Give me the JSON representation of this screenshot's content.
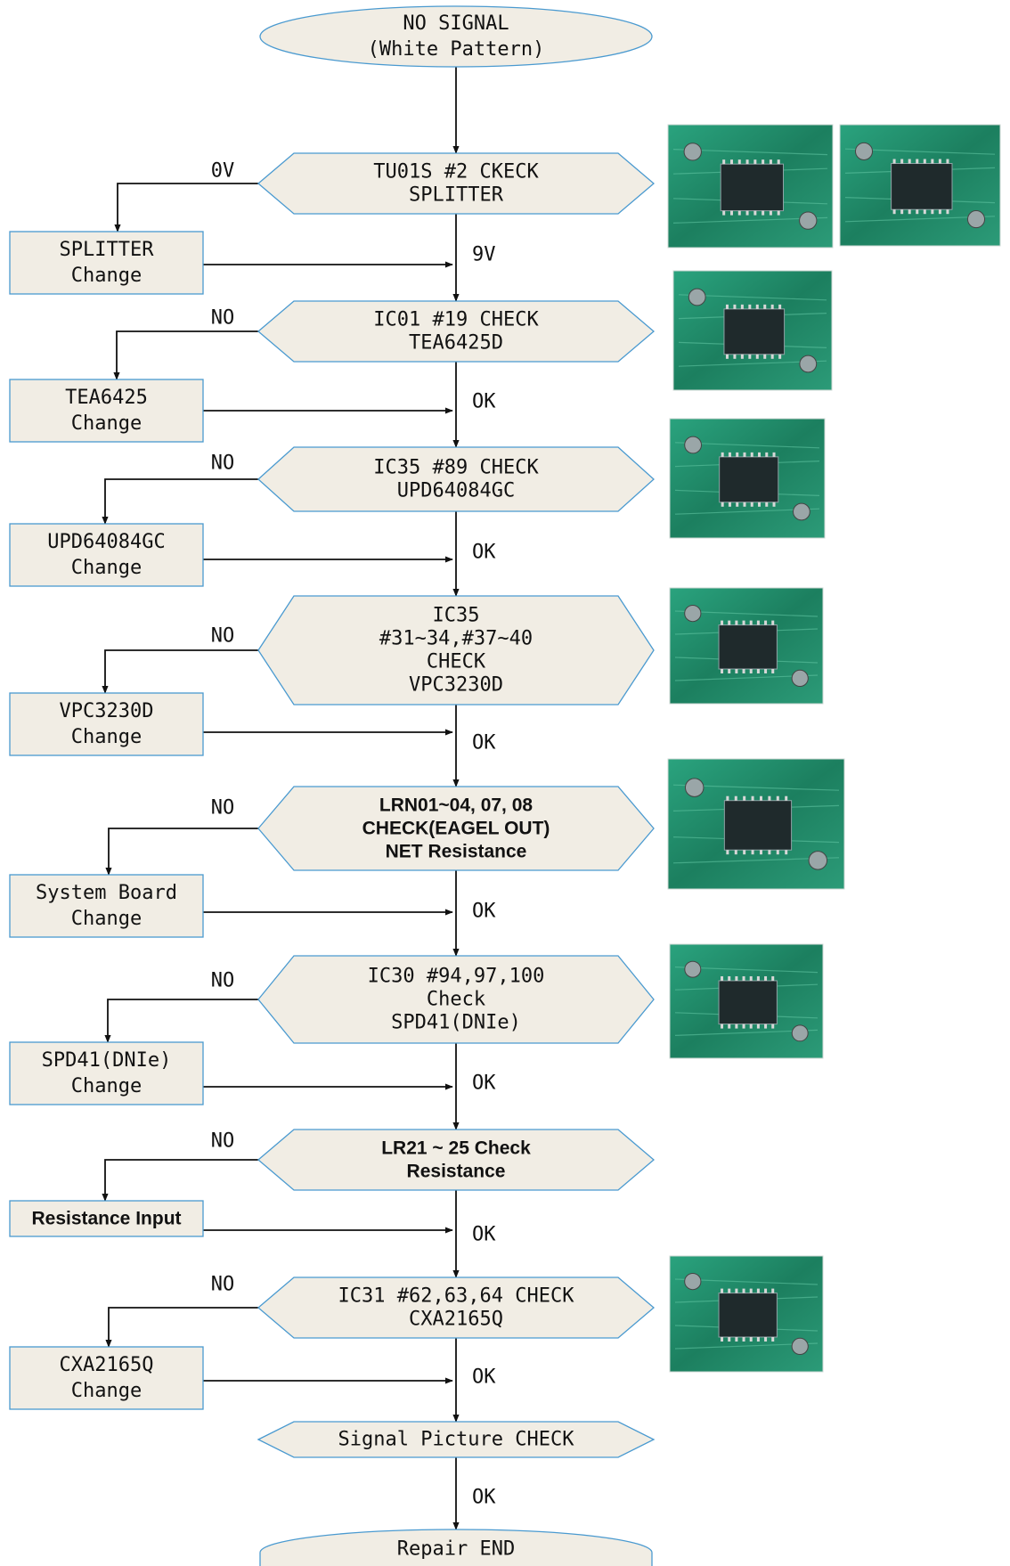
{
  "start": {
    "lines": [
      "NO SIGNAL",
      "(White Pattern)"
    ]
  },
  "end": {
    "lines": [
      "Repair END"
    ]
  },
  "decisions": [
    {
      "lines": [
        "TU01S #2 CKECK",
        "SPLITTER"
      ],
      "no_label": "0V",
      "yes_label": "9V"
    },
    {
      "lines": [
        "IC01 #19 CHECK",
        "TEA6425D"
      ],
      "no_label": "NO",
      "yes_label": "OK"
    },
    {
      "lines": [
        "IC35 #89 CHECK",
        "UPD64084GC"
      ],
      "no_label": "NO",
      "yes_label": "OK"
    },
    {
      "lines": [
        "IC35",
        "#31~34,#37~40",
        "CHECK",
        "VPC3230D"
      ],
      "no_label": "NO",
      "yes_label": "OK"
    },
    {
      "lines": [
        "LRN01~04, 07, 08",
        "CHECK(EAGEL OUT)",
        "NET Resistance"
      ],
      "no_label": "NO",
      "yes_label": "OK"
    },
    {
      "lines": [
        "IC30 #94,97,100",
        "Check",
        "SPD41(DNIe)"
      ],
      "no_label": "NO",
      "yes_label": "OK"
    },
    {
      "lines": [
        "LR21 ~ 25 Check",
        "Resistance"
      ],
      "no_label": "NO",
      "yes_label": "OK"
    },
    {
      "lines": [
        "IC31 #62,63,64 CHECK",
        "CXA2165Q"
      ],
      "no_label": "NO",
      "yes_label": "OK"
    },
    {
      "lines": [
        "Signal Picture CHECK"
      ],
      "no_label": "",
      "yes_label": "OK"
    }
  ],
  "actions": [
    {
      "lines": [
        "SPLITTER",
        "Change"
      ]
    },
    {
      "lines": [
        "TEA6425",
        "Change"
      ]
    },
    {
      "lines": [
        "UPD64084GC",
        "Change"
      ]
    },
    {
      "lines": [
        "VPC3230D",
        "Change"
      ]
    },
    {
      "lines": [
        "System Board",
        "Change"
      ]
    },
    {
      "lines": [
        "SPD41(DNIe)",
        "Change"
      ]
    },
    {
      "lines": [
        "Resistance Input"
      ]
    },
    {
      "lines": [
        "CXA2165Q",
        "Change"
      ]
    }
  ],
  "photos": [
    {
      "subject": "tuner-splitter-photo"
    },
    {
      "subject": "tuner-pcb-pads-photo"
    },
    {
      "subject": "ic01-tea6425d-photo"
    },
    {
      "subject": "ic35-upd64084gc-photo"
    },
    {
      "subject": "ic35-vpc3230d-photo"
    },
    {
      "subject": "samsung-eagle-chip-photo"
    },
    {
      "subject": "dnie-chip-photo"
    },
    {
      "subject": "ic31-cxa2165q-photo"
    }
  ],
  "colors": {
    "shape_fill": "#f1ede4",
    "shape_stroke": "#4a9ad0",
    "line": "#111111",
    "pcb_green": "#1f8f6a"
  }
}
